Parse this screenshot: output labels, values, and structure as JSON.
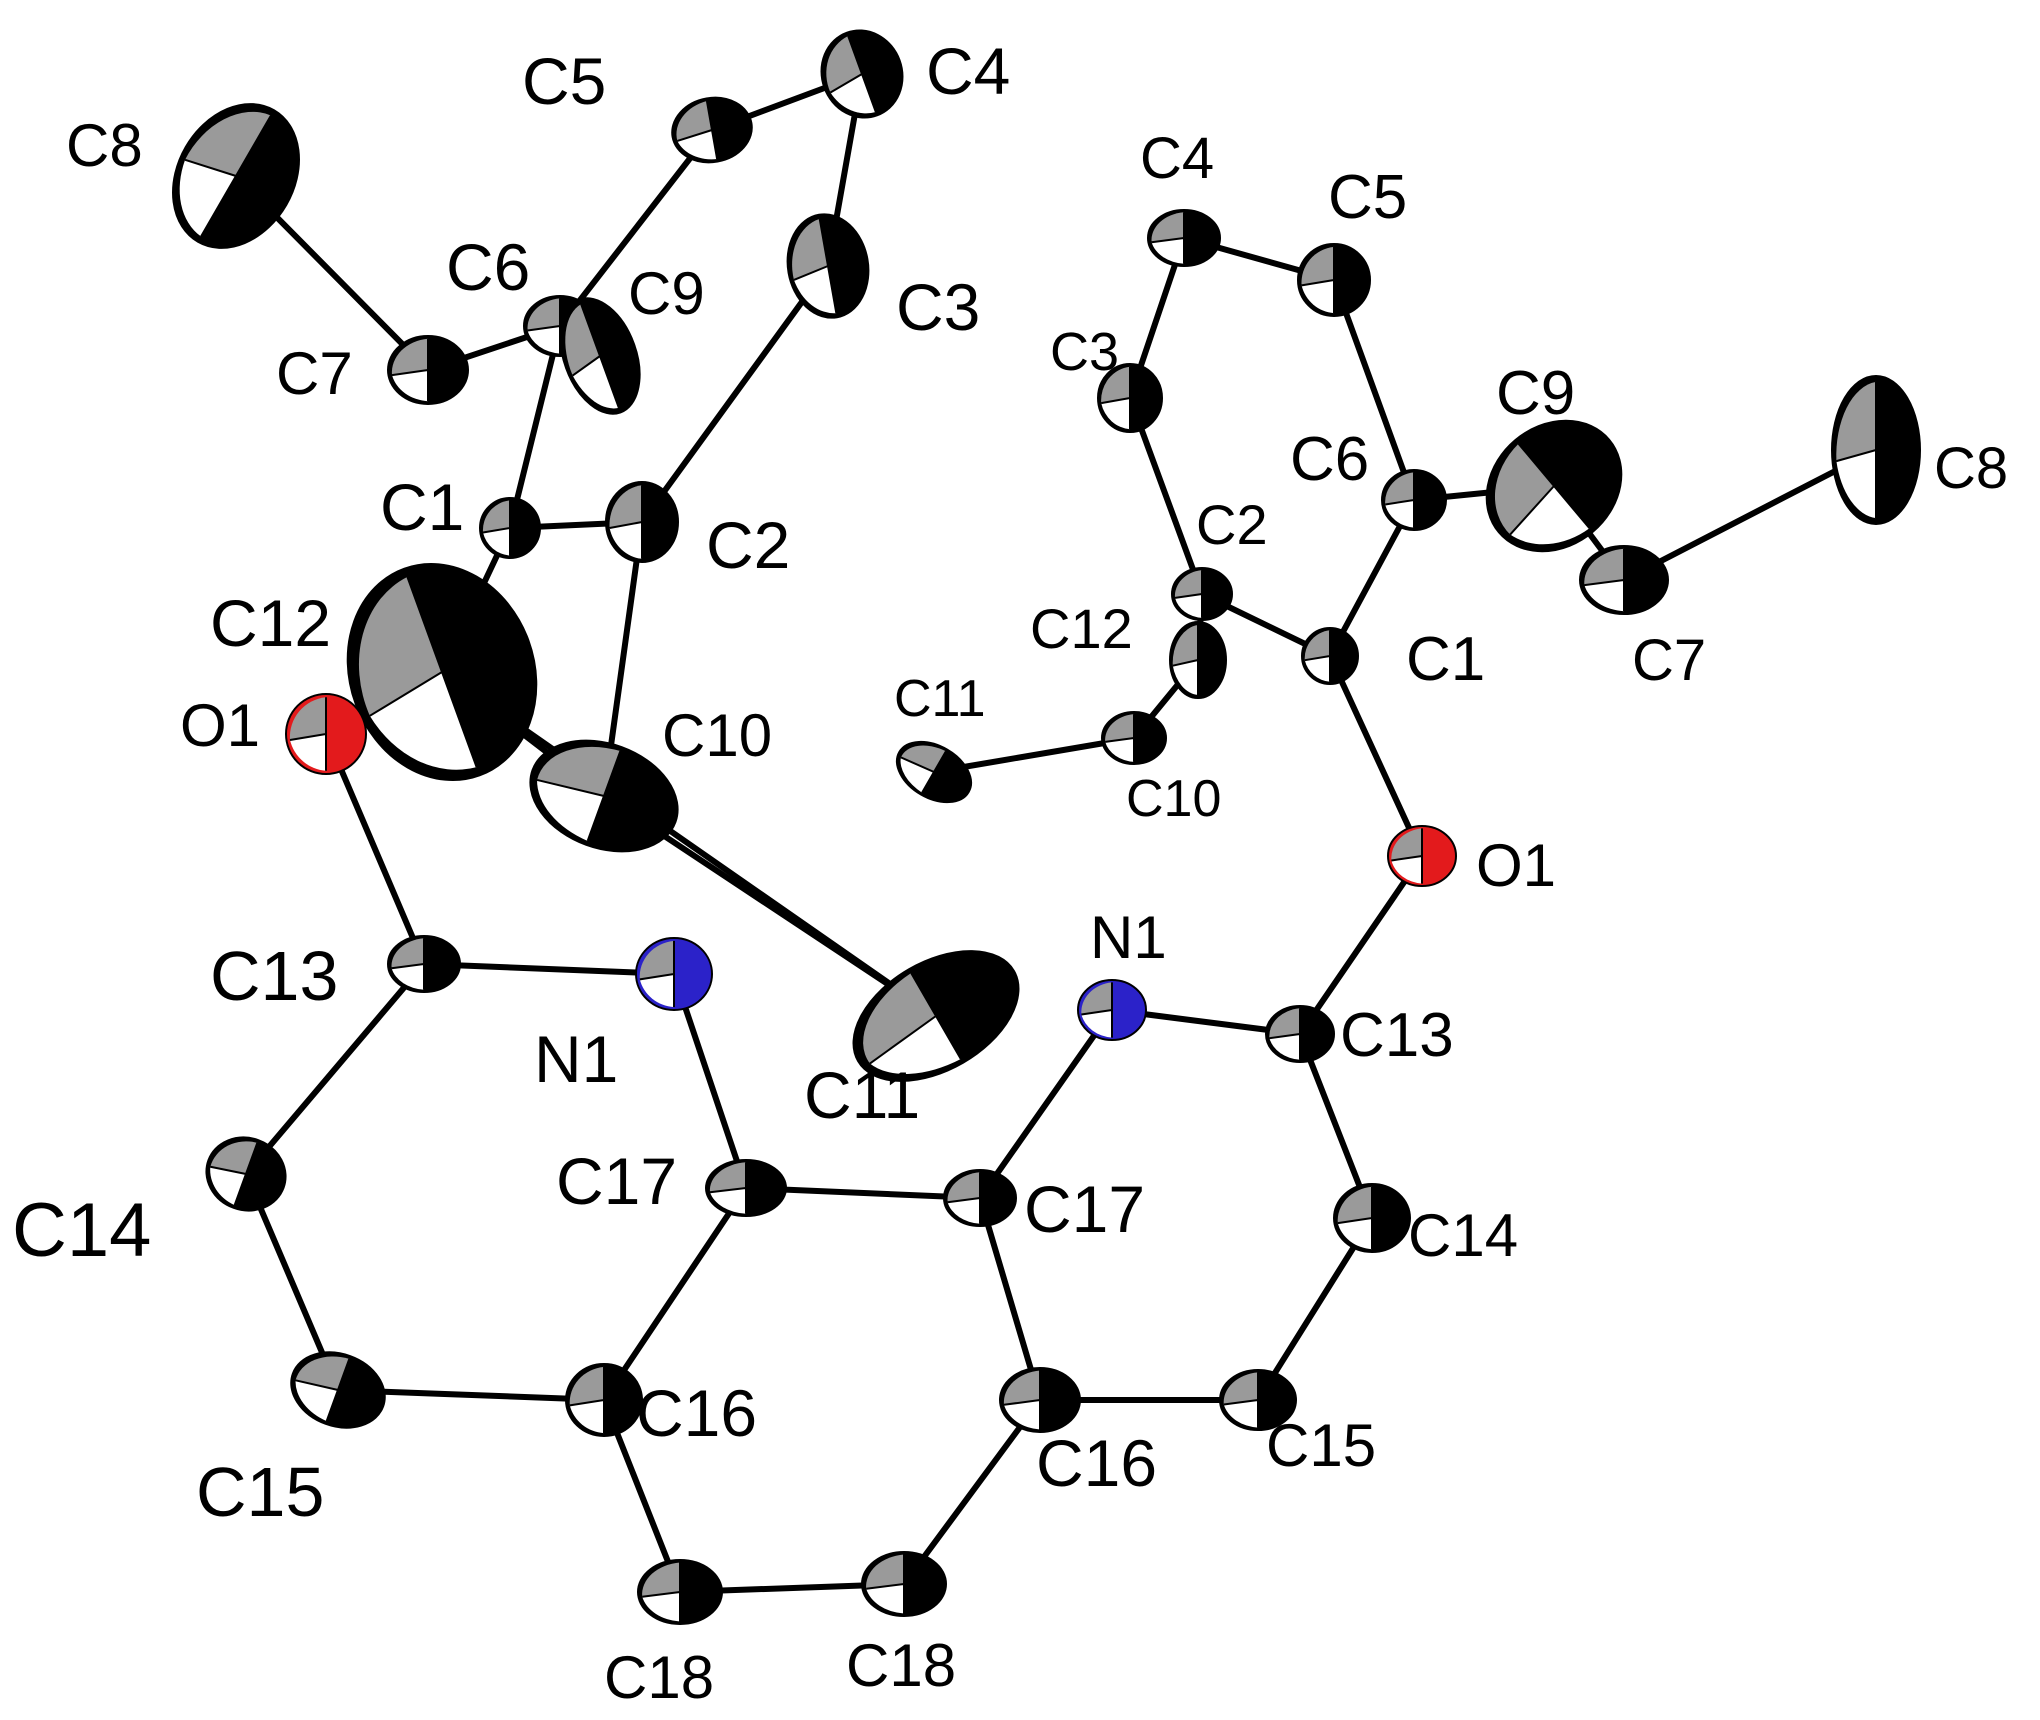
{
  "colors": {
    "carbon": "#000000",
    "oxygen": "#e31a1c",
    "nitrogen": "#2b22c9",
    "bond": "#000000",
    "highlight": "#ffffff",
    "shade": "#9a9a9a"
  },
  "labels": [
    "C5",
    "C4",
    "C8",
    "C6",
    "C9",
    "C3",
    "C7",
    "C1",
    "C2",
    "C12",
    "O1",
    "C10",
    "C13",
    "N1",
    "C11",
    "C14",
    "C17",
    "C16",
    "C15",
    "C18",
    "C4",
    "C5",
    "C3",
    "C9",
    "C6",
    "C8",
    "C2",
    "C12",
    "C1",
    "C7",
    "C11",
    "C10",
    "O1",
    "N1",
    "C13",
    "C17",
    "C14",
    "C16",
    "C15",
    "C18"
  ]
}
